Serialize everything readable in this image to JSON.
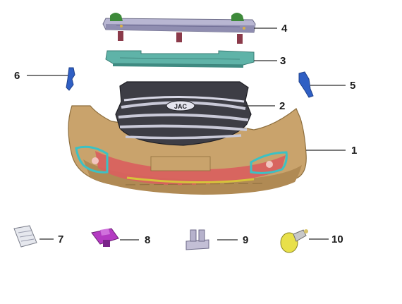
{
  "brand_badge": "JAC",
  "callouts": {
    "bumper_cover": "1",
    "front_grille": "2",
    "energy_absorber_foam": "3",
    "reinforcement_beam": "4",
    "right_bracket": "5",
    "left_bracket": "6",
    "retainer_clip": "7",
    "push_clip": "8",
    "fastener_clip": "9",
    "fog_lamp_plug": "10"
  },
  "colors": {
    "bumper": "#c9a36c",
    "bumper_shadow": "#a88550",
    "grille": "#3d3d45",
    "grille_chrome": "#c9c9d8",
    "foam": "#5fb3a8",
    "beam": "#b8b6d2",
    "bracket": "#2f5fc4",
    "teal_trim": "#3cc1c4",
    "yellow_trim": "#d6c43a",
    "red_interior": "#d9605e",
    "clip_magenta": "#b43ac2",
    "clip_yellow": "#e8e04a"
  }
}
